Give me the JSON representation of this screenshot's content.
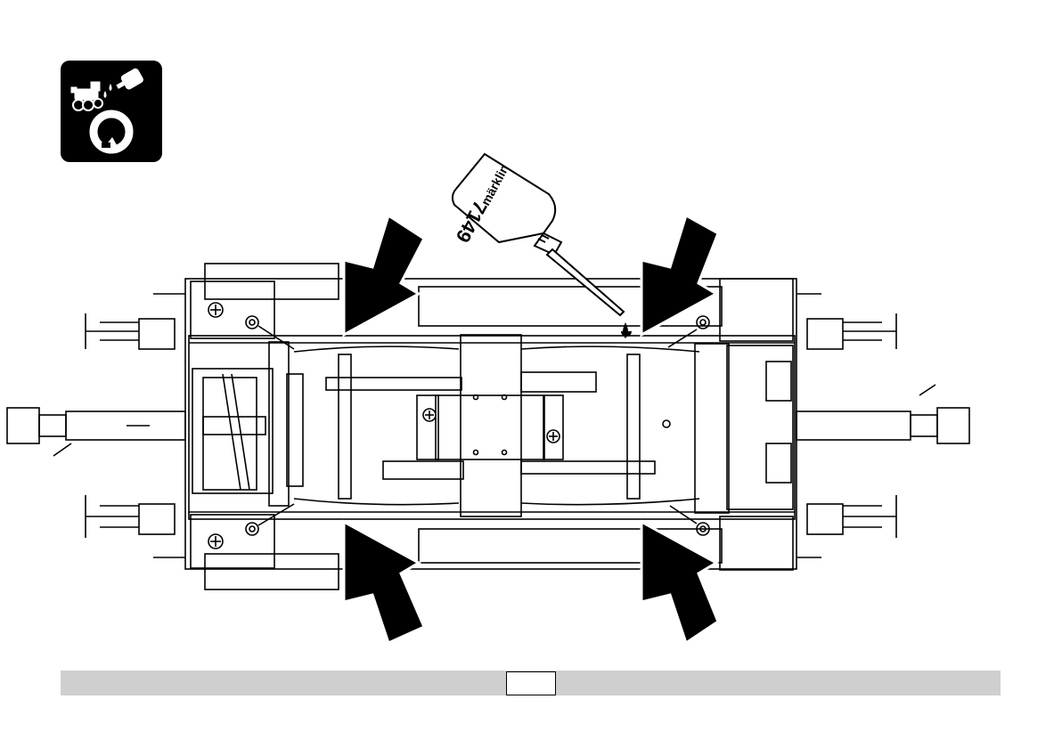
{
  "manual_page": {
    "maintenance_icon": "locomotive-oiling-cycle-icon",
    "oil_bottle": {
      "brand": "märklin",
      "article_number": "7149"
    },
    "arrow_count": 4,
    "footer": {
      "page_number": ""
    },
    "colors": {
      "footer_bar": "#cfcfcf",
      "icon_background": "#000000",
      "line_art": "#000000"
    }
  }
}
